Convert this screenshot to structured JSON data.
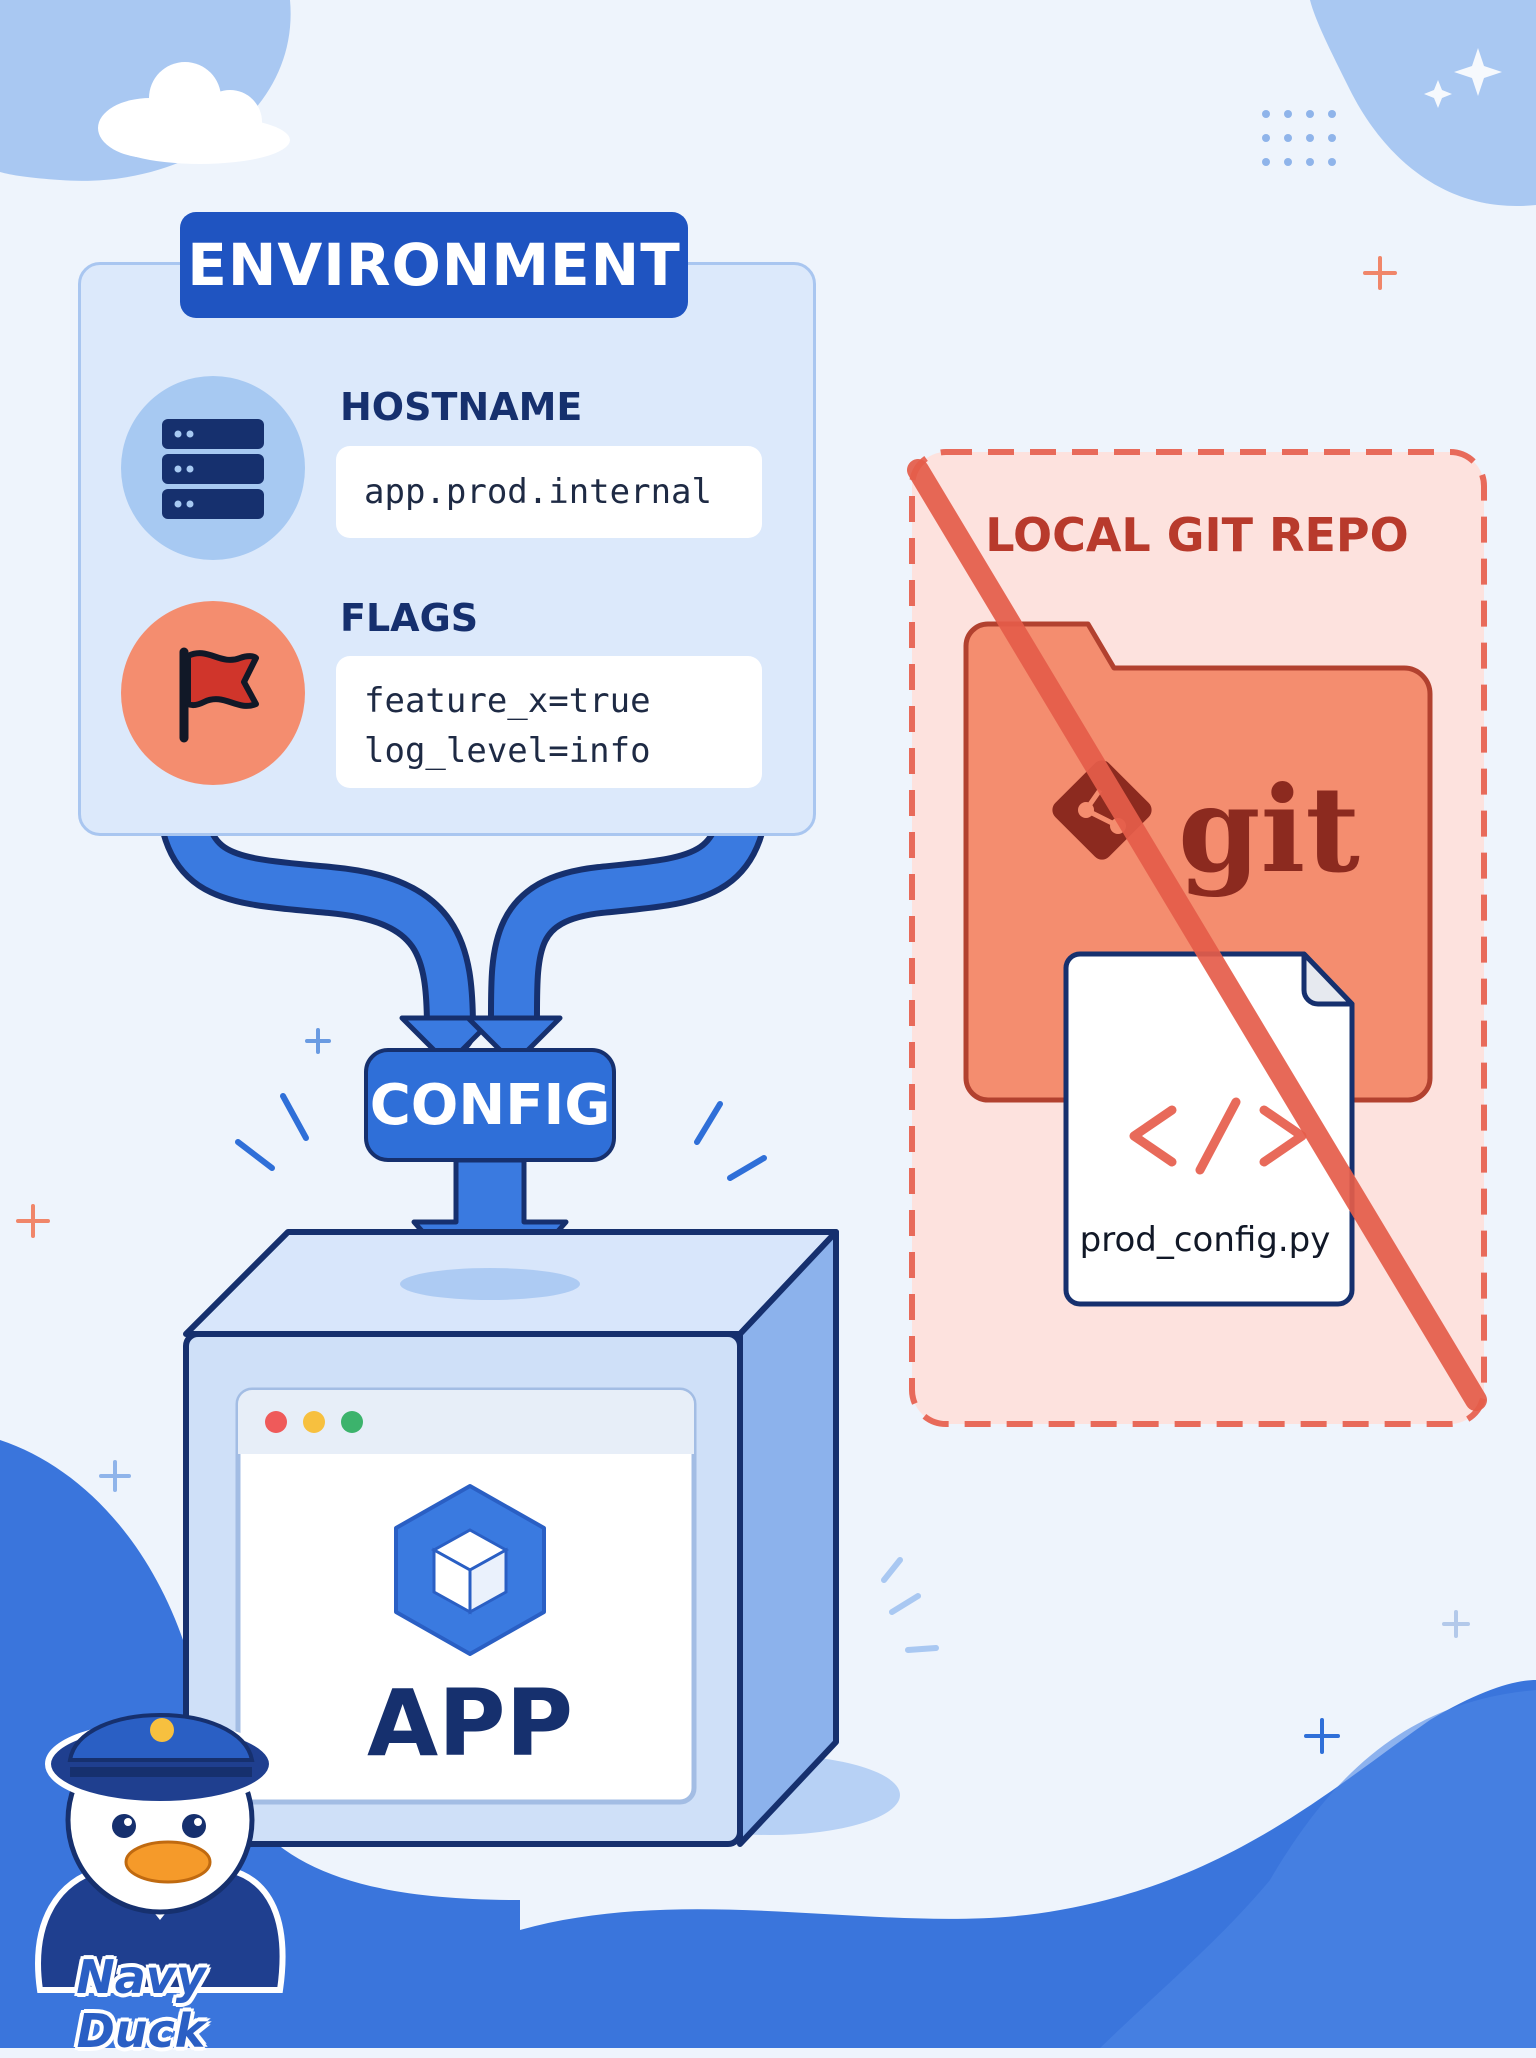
{
  "environment": {
    "title": "ENVIRONMENT",
    "hostname_label": "HOSTNAME",
    "hostname_value": "app.prod.internal",
    "flags_label": "FLAGS",
    "flags": [
      "feature_x=true",
      "log_level=info"
    ]
  },
  "config": {
    "label": "CONFIG"
  },
  "app": {
    "label": "APP"
  },
  "repo": {
    "title": "LOCAL GIT REPO",
    "git_label": "git",
    "file_name": "prod_config.py",
    "file_icon": "code-brackets-icon"
  },
  "logo": {
    "text": "Navy Duck"
  },
  "colors": {
    "primary_blue": "#1f54c1",
    "accent_blue": "#2f6fd8",
    "navy": "#16306e",
    "panel_blue": "#dce9fb",
    "repo_red": "#e86a5a",
    "repo_bg": "#fde2de",
    "folder_orange": "#f48d6f"
  },
  "icons": [
    "server-icon",
    "flag-icon",
    "folder-icon",
    "git-icon",
    "file-icon",
    "code-brackets-icon",
    "cube-icon",
    "duck-mascot-icon"
  ]
}
